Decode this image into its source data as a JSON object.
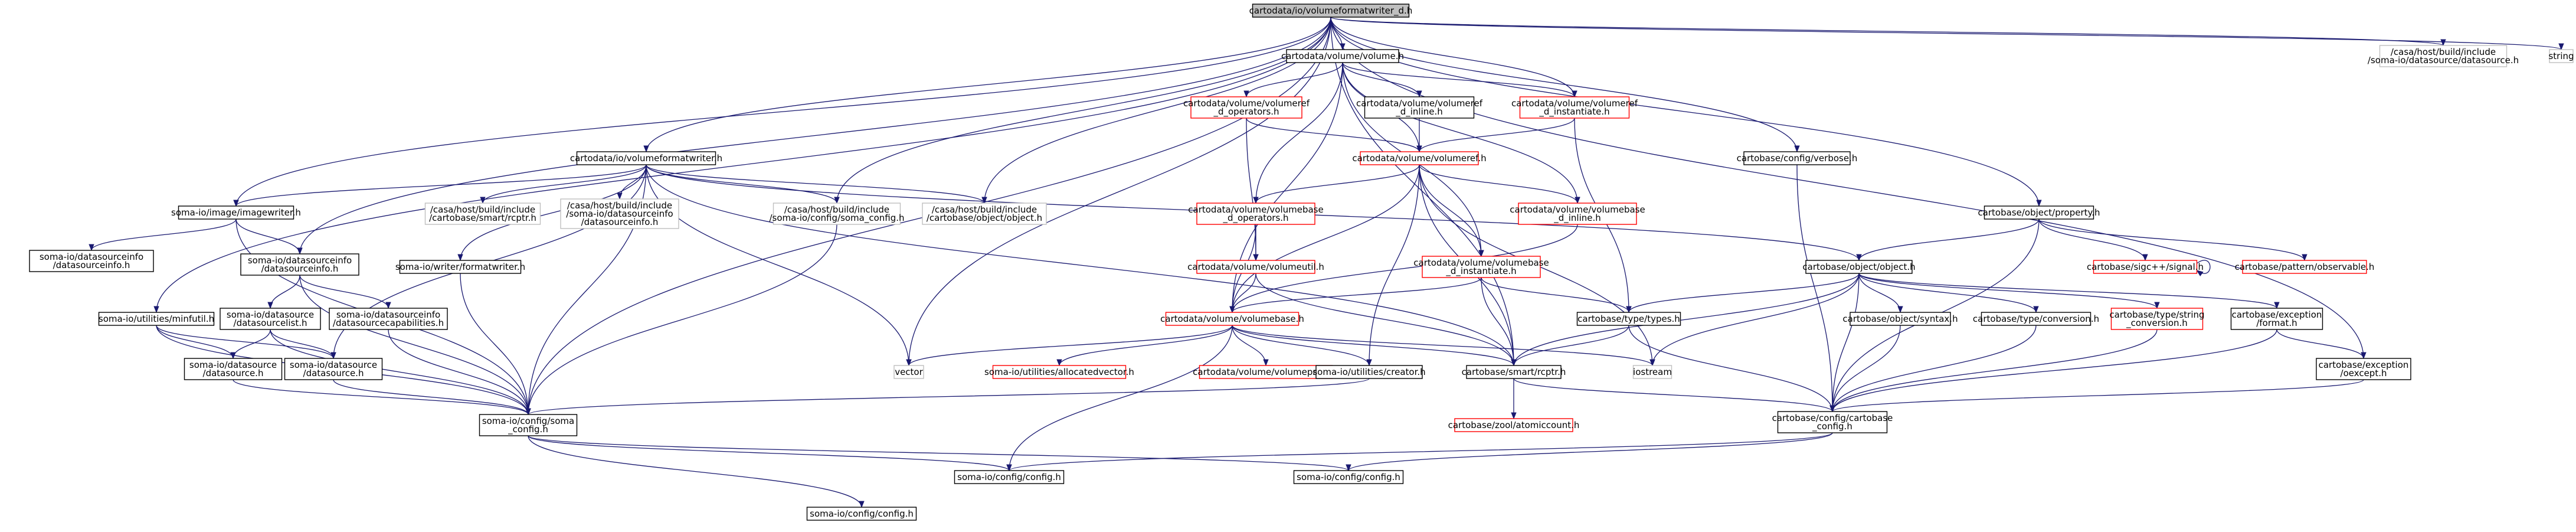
{
  "graph": {
    "title": "cartodata/io/volumeformatwriter_d.h",
    "nodes": [
      {
        "id": "root",
        "lines": [
          "cartodata/io/volumeformatwriter_d.h"
        ],
        "style": "root"
      },
      {
        "id": "volume_h",
        "lines": [
          "cartodata/volume/volume.h"
        ],
        "style": "black"
      },
      {
        "id": "casa_ds",
        "lines": [
          "/casa/host/build/include",
          "/soma-io/datasource/datasource.h"
        ],
        "style": "gray"
      },
      {
        "id": "string",
        "lines": [
          "string"
        ],
        "style": "gray"
      },
      {
        "id": "vref_ops",
        "lines": [
          "cartodata/volume/volumeref",
          "_d_operators.h"
        ],
        "style": "red"
      },
      {
        "id": "vref_inline",
        "lines": [
          "cartodata/volume/volumeref",
          "_d_inline.h"
        ],
        "style": "black"
      },
      {
        "id": "vref_inst",
        "lines": [
          "cartodata/volume/volumeref",
          "_d_instantiate.h"
        ],
        "style": "red"
      },
      {
        "id": "vfw_h",
        "lines": [
          "cartodata/io/volumeformatwriter.h"
        ],
        "style": "black"
      },
      {
        "id": "vref_h",
        "lines": [
          "cartodata/volume/volumeref.h"
        ],
        "style": "red"
      },
      {
        "id": "cfg_verbose",
        "lines": [
          "cartobase/config/verbose.h"
        ],
        "style": "black"
      },
      {
        "id": "imagewriter",
        "lines": [
          "soma-io/image/imagewriter.h"
        ],
        "style": "black"
      },
      {
        "id": "casa_smart",
        "lines": [
          "/casa/host/build/include",
          "/cartobase/smart/rcptr.h"
        ],
        "style": "gray"
      },
      {
        "id": "casa_dsinfo",
        "lines": [
          "/casa/host/build/include",
          "/soma-io/datasourceinfo",
          "/datasourceinfo.h"
        ],
        "style": "gray"
      },
      {
        "id": "casa_somacfg",
        "lines": [
          "/casa/host/build/include",
          "/soma-io/config/soma_config.h"
        ],
        "style": "gray"
      },
      {
        "id": "casa_object",
        "lines": [
          "/casa/host/build/include",
          "/cartobase/object/object.h"
        ],
        "style": "gray"
      },
      {
        "id": "vbase_ops",
        "lines": [
          "cartodata/volume/volumebase",
          "_d_operators.h"
        ],
        "style": "red"
      },
      {
        "id": "vbase_inline",
        "lines": [
          "cartodata/volume/volumebase",
          "_d_inline.h"
        ],
        "style": "red"
      },
      {
        "id": "obj_property",
        "lines": [
          "cartobase/object/property.h"
        ],
        "style": "black"
      },
      {
        "id": "dsinfo_lower",
        "lines": [
          "soma-io/datasourceinfo",
          "/datasourceinfo.h"
        ],
        "style": "black"
      },
      {
        "id": "dsinfo_mid",
        "lines": [
          "soma-io/datasourceinfo",
          "/datasourceinfo.h"
        ],
        "style": "black"
      },
      {
        "id": "fmtwriter",
        "lines": [
          "soma-io/writer/formatwriter.h"
        ],
        "style": "black"
      },
      {
        "id": "vutil",
        "lines": [
          "cartodata/volume/volumeutil.h"
        ],
        "style": "red"
      },
      {
        "id": "obj_object",
        "lines": [
          "cartobase/object/object.h"
        ],
        "style": "black"
      },
      {
        "id": "sigc",
        "lines": [
          "cartobase/sigc++/signal.h"
        ],
        "style": "red"
      },
      {
        "id": "observable",
        "lines": [
          "cartobase/pattern/observable.h"
        ],
        "style": "red"
      },
      {
        "id": "vbase_inst",
        "lines": [
          "cartodata/volume/volumebase",
          "_d_instantiate.h"
        ],
        "style": "red"
      },
      {
        "id": "mininfo",
        "lines": [
          "soma-io/utilities/minfutil.h"
        ],
        "style": "black"
      },
      {
        "id": "dslist",
        "lines": [
          "soma-io/datasource",
          "/datasourcelist.h"
        ],
        "style": "black"
      },
      {
        "id": "dscap",
        "lines": [
          "soma-io/datasourceinfo",
          "/datasourcecapabilities.h"
        ],
        "style": "black"
      },
      {
        "id": "vbase_h",
        "lines": [
          "cartodata/volume/volumebase.h"
        ],
        "style": "red"
      },
      {
        "id": "type_types",
        "lines": [
          "cartobase/type/types.h"
        ],
        "style": "black"
      },
      {
        "id": "obj_syntax",
        "lines": [
          "cartobase/object/syntax.h"
        ],
        "style": "black"
      },
      {
        "id": "type_conv",
        "lines": [
          "cartobase/type/conversion.h"
        ],
        "style": "black"
      },
      {
        "id": "type_strconv",
        "lines": [
          "cartobase/type/string",
          "_conversion.h"
        ],
        "style": "red"
      },
      {
        "id": "exc_format",
        "lines": [
          "cartobase/exception",
          "/format.h"
        ],
        "style": "black"
      },
      {
        "id": "ds_a",
        "lines": [
          "soma-io/datasource",
          "/datasource.h"
        ],
        "style": "black"
      },
      {
        "id": "ds_b",
        "lines": [
          "soma-io/datasource",
          "/datasource.h"
        ],
        "style": "black"
      },
      {
        "id": "vector",
        "lines": [
          "vector"
        ],
        "style": "gray"
      },
      {
        "id": "alloc_vec",
        "lines": [
          "soma-io/utilities/allocatedvector.h"
        ],
        "style": "red"
      },
      {
        "id": "vproxy",
        "lines": [
          "cartodata/volume/volumeproxy.h"
        ],
        "style": "red"
      },
      {
        "id": "creator",
        "lines": [
          "soma-io/utilities/creator.h"
        ],
        "style": "black"
      },
      {
        "id": "smart_rcptr",
        "lines": [
          "cartobase/smart/rcptr.h"
        ],
        "style": "black"
      },
      {
        "id": "iostream",
        "lines": [
          "iostream"
        ],
        "style": "gray"
      },
      {
        "id": "exc_oexcept",
        "lines": [
          "cartobase/exception",
          "/oexcept.h"
        ],
        "style": "black"
      },
      {
        "id": "atomic",
        "lines": [
          "cartobase/zool/atomiccount.h"
        ],
        "style": "red"
      },
      {
        "id": "soma_cfg",
        "lines": [
          "soma-io/config/soma",
          "_config.h"
        ],
        "style": "black"
      },
      {
        "id": "carto_cfg",
        "lines": [
          "cartobase/config/cartobase",
          "_config.h"
        ],
        "style": "black"
      },
      {
        "id": "cfg_a",
        "lines": [
          "soma-io/config/config.h"
        ],
        "style": "black"
      },
      {
        "id": "cfg_b",
        "lines": [
          "soma-io/config/config.h"
        ],
        "style": "black"
      },
      {
        "id": "cfg_c",
        "lines": [
          "soma-io/config/config.h"
        ],
        "style": "black"
      }
    ],
    "edges": [
      [
        "root",
        "volume_h"
      ],
      [
        "root",
        "casa_ds"
      ],
      [
        "root",
        "string"
      ],
      [
        "root",
        "vfw_h"
      ],
      [
        "root",
        "imagewriter"
      ],
      [
        "root",
        "dsinfo_mid"
      ],
      [
        "root",
        "mininfo"
      ],
      [
        "root",
        "casa_somacfg"
      ],
      [
        "root",
        "casa_object"
      ],
      [
        "root",
        "vector"
      ],
      [
        "root",
        "soma_cfg"
      ],
      [
        "root",
        "cfg_verbose"
      ],
      [
        "root",
        "obj_property"
      ],
      [
        "root",
        "exc_oexcept"
      ],
      [
        "root",
        "smart_rcptr"
      ],
      [
        "root",
        "vref_inst"
      ],
      [
        "volume_h",
        "vref_ops"
      ],
      [
        "volume_h",
        "vref_inline"
      ],
      [
        "volume_h",
        "vref_inst"
      ],
      [
        "volume_h",
        "vref_h"
      ],
      [
        "volume_h",
        "vbase_ops"
      ],
      [
        "volume_h",
        "vbase_inline"
      ],
      [
        "volume_h",
        "vbase_inst"
      ],
      [
        "volume_h",
        "vbase_h"
      ],
      [
        "vref_ops",
        "vref_h"
      ],
      [
        "vref_ops",
        "vutil"
      ],
      [
        "vref_inline",
        "vref_h"
      ],
      [
        "vref_inst",
        "vref_h"
      ],
      [
        "vref_inst",
        "type_types"
      ],
      [
        "vref_h",
        "vbase_ops"
      ],
      [
        "vref_h",
        "vbase_inline"
      ],
      [
        "vref_h",
        "vbase_inst"
      ],
      [
        "vref_h",
        "vbase_h"
      ],
      [
        "vref_h",
        "smart_rcptr"
      ],
      [
        "vref_h",
        "creator"
      ],
      [
        "vref_h",
        "iostream"
      ],
      [
        "vbase_ops",
        "vutil"
      ],
      [
        "vbase_ops",
        "vbase_h"
      ],
      [
        "vbase_inline",
        "vbase_h"
      ],
      [
        "vbase_inst",
        "vbase_h"
      ],
      [
        "vbase_inst",
        "type_types"
      ],
      [
        "vbase_inst",
        "smart_rcptr"
      ],
      [
        "vutil",
        "vbase_h"
      ],
      [
        "vutil",
        "smart_rcptr"
      ],
      [
        "vbase_h",
        "vector"
      ],
      [
        "vbase_h",
        "alloc_vec"
      ],
      [
        "vbase_h",
        "vproxy"
      ],
      [
        "vbase_h",
        "creator"
      ],
      [
        "vbase_h",
        "smart_rcptr"
      ],
      [
        "vbase_h",
        "iostream"
      ],
      [
        "vbase_h",
        "cfg_a"
      ],
      [
        "vfw_h",
        "imagewriter"
      ],
      [
        "vfw_h",
        "casa_smart"
      ],
      [
        "vfw_h",
        "casa_dsinfo"
      ],
      [
        "vfw_h",
        "casa_somacfg"
      ],
      [
        "vfw_h",
        "casa_object"
      ],
      [
        "vfw_h",
        "fmtwriter"
      ],
      [
        "vfw_h",
        "obj_object"
      ],
      [
        "vfw_h",
        "soma_cfg"
      ],
      [
        "vfw_h",
        "vector"
      ],
      [
        "vfw_h",
        "smart_rcptr"
      ],
      [
        "vfw_h",
        "ds_b"
      ],
      [
        "imagewriter",
        "dsinfo_lower"
      ],
      [
        "imagewriter",
        "dsinfo_mid"
      ],
      [
        "imagewriter",
        "soma_cfg"
      ],
      [
        "dsinfo_mid",
        "dslist"
      ],
      [
        "dsinfo_mid",
        "dscap"
      ],
      [
        "dsinfo_mid",
        "soma_cfg"
      ],
      [
        "mininfo",
        "ds_a"
      ],
      [
        "mininfo",
        "ds_b"
      ],
      [
        "mininfo",
        "soma_cfg"
      ],
      [
        "dslist",
        "ds_a"
      ],
      [
        "dslist",
        "ds_b"
      ],
      [
        "dslist",
        "soma_cfg"
      ],
      [
        "dscap",
        "soma_cfg"
      ],
      [
        "ds_a",
        "soma_cfg"
      ],
      [
        "ds_b",
        "soma_cfg"
      ],
      [
        "fmtwriter",
        "soma_cfg"
      ],
      [
        "casa_somacfg",
        "soma_cfg"
      ],
      [
        "creator",
        "soma_cfg"
      ],
      [
        "soma_cfg",
        "cfg_a"
      ],
      [
        "soma_cfg",
        "cfg_b"
      ],
      [
        "soma_cfg",
        "cfg_c"
      ],
      [
        "cfg_verbose",
        "carto_cfg"
      ],
      [
        "obj_property",
        "obj_object"
      ],
      [
        "obj_property",
        "sigc"
      ],
      [
        "obj_property",
        "observable"
      ],
      [
        "obj_property",
        "carto_cfg"
      ],
      [
        "sigc",
        "sigc"
      ],
      [
        "obj_object",
        "type_types"
      ],
      [
        "obj_object",
        "obj_syntax"
      ],
      [
        "obj_object",
        "type_conv"
      ],
      [
        "obj_object",
        "type_strconv"
      ],
      [
        "obj_object",
        "exc_format"
      ],
      [
        "obj_object",
        "smart_rcptr"
      ],
      [
        "obj_object",
        "carto_cfg"
      ],
      [
        "obj_object",
        "iostream"
      ],
      [
        "type_types",
        "smart_rcptr"
      ],
      [
        "type_types",
        "carto_cfg"
      ],
      [
        "obj_syntax",
        "carto_cfg"
      ],
      [
        "type_conv",
        "carto_cfg"
      ],
      [
        "type_strconv",
        "carto_cfg"
      ],
      [
        "exc_format",
        "carto_cfg"
      ],
      [
        "exc_format",
        "exc_oexcept"
      ],
      [
        "exc_oexcept",
        "carto_cfg"
      ],
      [
        "smart_rcptr",
        "atomic"
      ],
      [
        "smart_rcptr",
        "carto_cfg"
      ],
      [
        "carto_cfg",
        "cfg_a"
      ],
      [
        "carto_cfg",
        "cfg_b"
      ]
    ]
  }
}
